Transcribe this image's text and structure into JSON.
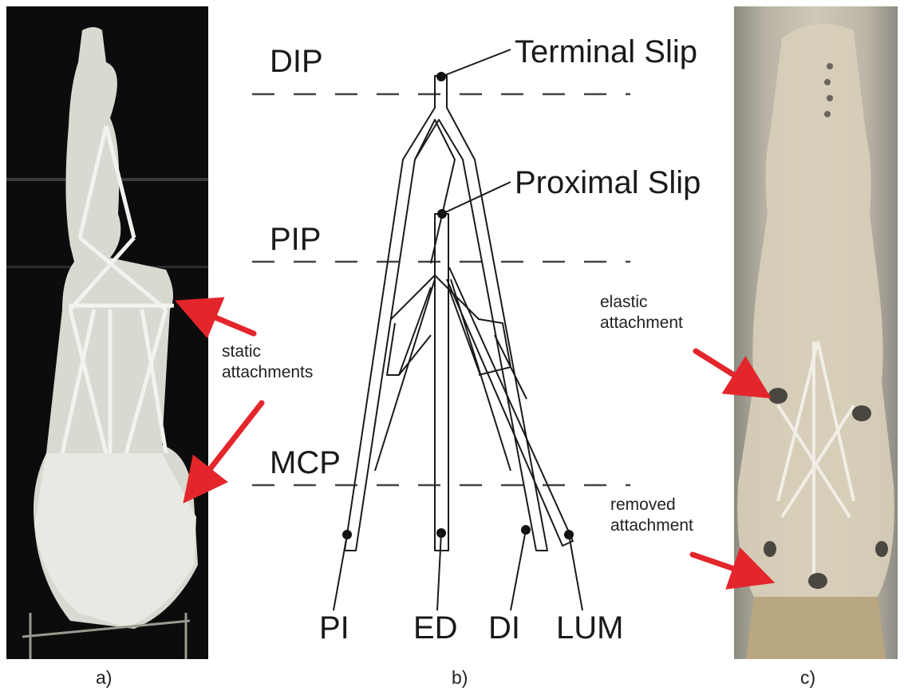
{
  "panel_a": {
    "caption": "a)",
    "annotation_lines": [
      "static",
      "attachments"
    ]
  },
  "panel_b": {
    "caption": "b)",
    "joints": [
      "DIP",
      "PIP",
      "MCP"
    ],
    "slips": [
      "Terminal Slip",
      "Proximal Slip"
    ],
    "tendons": [
      "PI",
      "ED",
      "DI",
      "LUM"
    ]
  },
  "panel_c": {
    "caption": "c)",
    "annotation_top_lines": [
      "elastic",
      "attachment"
    ],
    "annotation_bottom_lines": [
      "removed",
      "attachment"
    ]
  },
  "colors": {
    "arrow": "#e3262b",
    "line": "#1a1a1a",
    "dash": "#444444"
  }
}
